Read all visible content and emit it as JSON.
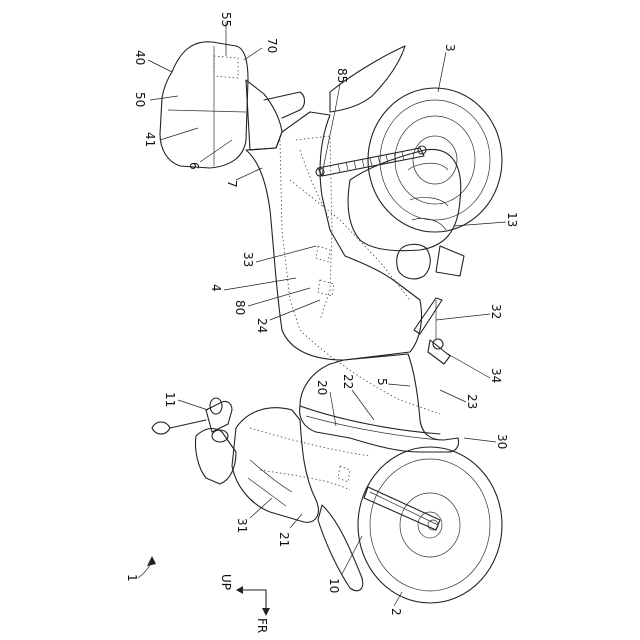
{
  "figure": {
    "labels": [
      {
        "id": "l55",
        "text": "55"
      },
      {
        "id": "l70",
        "text": "70"
      },
      {
        "id": "l40",
        "text": "40"
      },
      {
        "id": "l50",
        "text": "50"
      },
      {
        "id": "l41",
        "text": "41"
      },
      {
        "id": "l85",
        "text": "85"
      },
      {
        "id": "l3",
        "text": "3"
      },
      {
        "id": "l6",
        "text": "6"
      },
      {
        "id": "l7",
        "text": "7"
      },
      {
        "id": "l13",
        "text": "13"
      },
      {
        "id": "l33",
        "text": "33"
      },
      {
        "id": "l4",
        "text": "4"
      },
      {
        "id": "l80",
        "text": "80"
      },
      {
        "id": "l24",
        "text": "24"
      },
      {
        "id": "l32",
        "text": "32"
      },
      {
        "id": "l34",
        "text": "34"
      },
      {
        "id": "l11",
        "text": "11"
      },
      {
        "id": "l20",
        "text": "20"
      },
      {
        "id": "l22",
        "text": "22"
      },
      {
        "id": "l5",
        "text": "5"
      },
      {
        "id": "l23",
        "text": "23"
      },
      {
        "id": "l30",
        "text": "30"
      },
      {
        "id": "l31",
        "text": "31"
      },
      {
        "id": "l21",
        "text": "21"
      },
      {
        "id": "l1",
        "text": "1"
      },
      {
        "id": "l10",
        "text": "10"
      },
      {
        "id": "l2",
        "text": "2"
      }
    ],
    "direction": {
      "up": "UP",
      "fr": "FR"
    }
  }
}
